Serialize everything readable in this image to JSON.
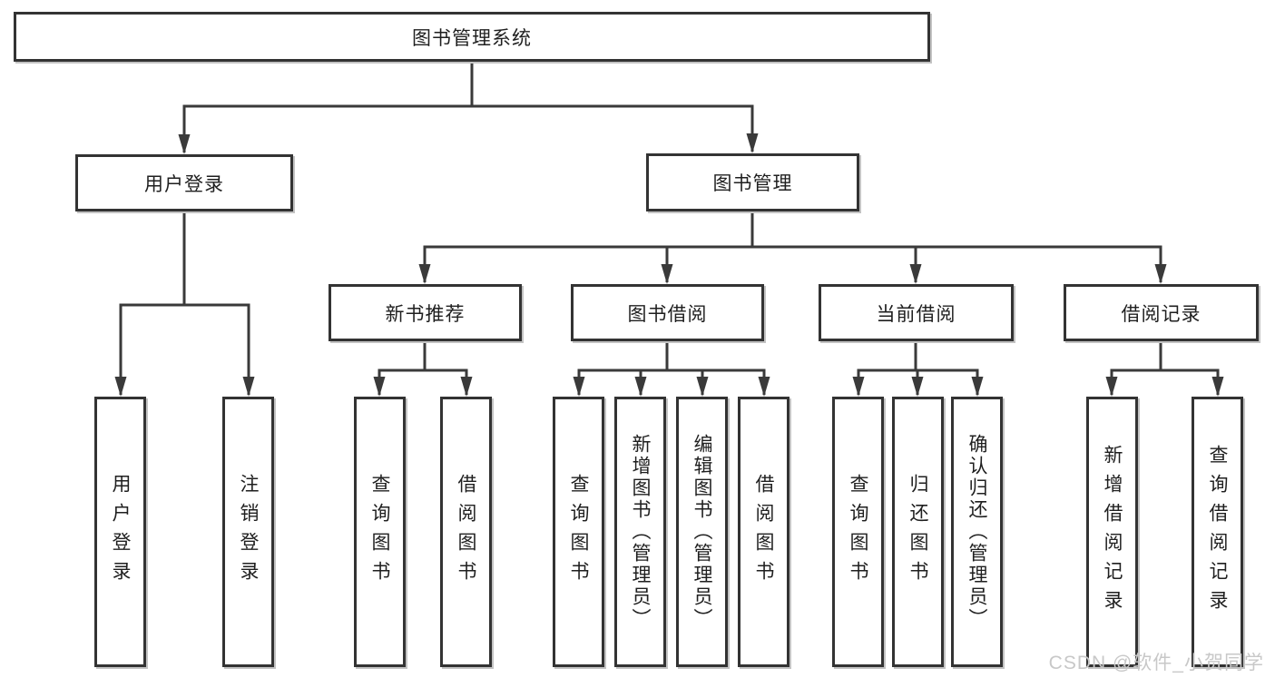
{
  "diagram": {
    "root": {
      "label": "图书管理系统"
    },
    "level2": [
      {
        "label": "用户登录"
      },
      {
        "label": "图书管理"
      }
    ],
    "level3": [
      {
        "label": "新书推荐"
      },
      {
        "label": "图书借阅"
      },
      {
        "label": "当前借阅"
      },
      {
        "label": "借阅记录"
      }
    ],
    "leaves": [
      {
        "label": "用户登录",
        "parent": "用户登录"
      },
      {
        "label": "注销登录",
        "parent": "用户登录"
      },
      {
        "label": "查询图书",
        "parent": "新书推荐"
      },
      {
        "label": "借阅图书",
        "parent": "新书推荐"
      },
      {
        "label": "查询图书",
        "parent": "图书借阅"
      },
      {
        "label": "新增图书（管理员）",
        "parent": "图书借阅"
      },
      {
        "label": "编辑图书（管理员）",
        "parent": "图书借阅"
      },
      {
        "label": "借阅图书",
        "parent": "图书借阅"
      },
      {
        "label": "查询图书",
        "parent": "当前借阅"
      },
      {
        "label": "归还图书",
        "parent": "当前借阅"
      },
      {
        "label": "确认归还（管理员）",
        "parent": "当前借阅"
      },
      {
        "label": "新增借阅记录",
        "parent": "借阅记录"
      },
      {
        "label": "查询借阅记录",
        "parent": "借阅记录"
      }
    ],
    "watermark": "CSDN @软件_小贺同学",
    "colors": {
      "line": "#3a3a3a",
      "box_border": "#333333",
      "text": "#1f1f1f",
      "background": "#ffffff",
      "watermark": "#c8c8c8"
    }
  }
}
